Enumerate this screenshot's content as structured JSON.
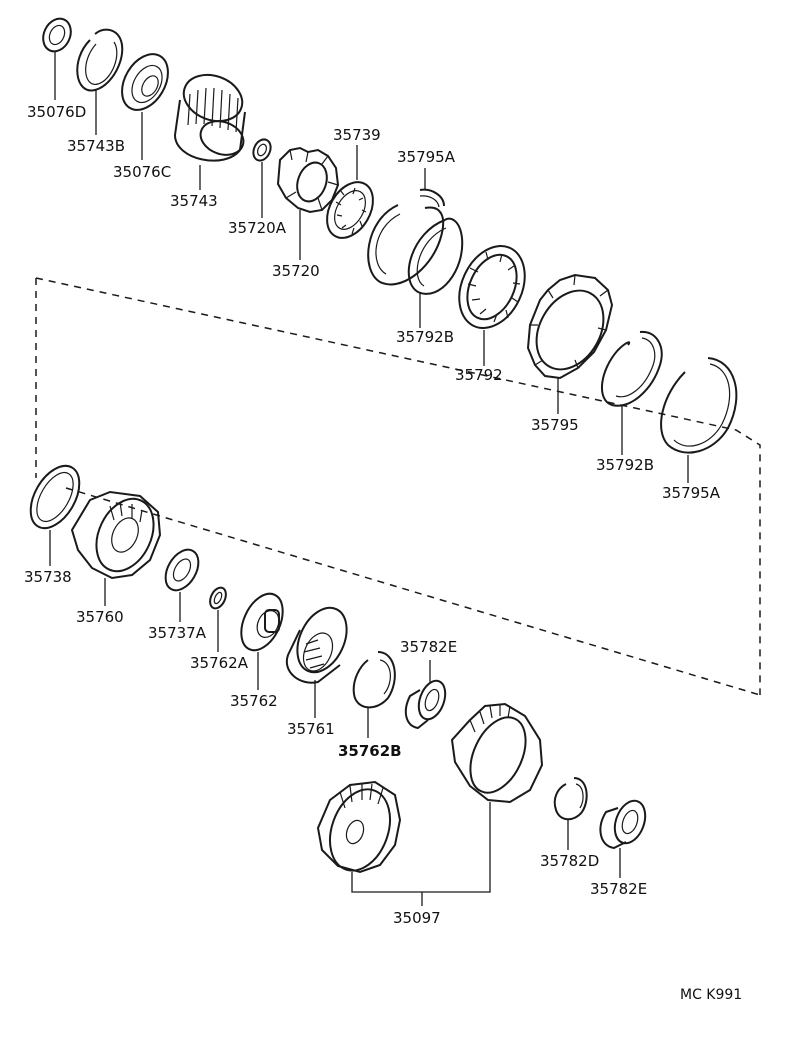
{
  "diagram": {
    "labels": {
      "l35076D": "35076D",
      "l35743B": "35743B",
      "l35076C": "35076C",
      "l35743": "35743",
      "l35720A": "35720A",
      "l35720": "35720",
      "l35739": "35739",
      "l35795A_top": "35795A",
      "l35792B_top": "35792B",
      "l35792": "35792",
      "l35795": "35795",
      "l35792B_right": "35792B",
      "l35795A_right": "35795A",
      "l35738": "35738",
      "l35760": "35760",
      "l35737A": "35737A",
      "l35762A": "35762A",
      "l35762": "35762",
      "l35761": "35761",
      "l35762B": "35762B",
      "l35782E_top": "35782E",
      "l35782D": "35782D",
      "l35782E_bottom": "35782E",
      "l35097": "35097"
    },
    "drawing_code": "MC K991"
  }
}
